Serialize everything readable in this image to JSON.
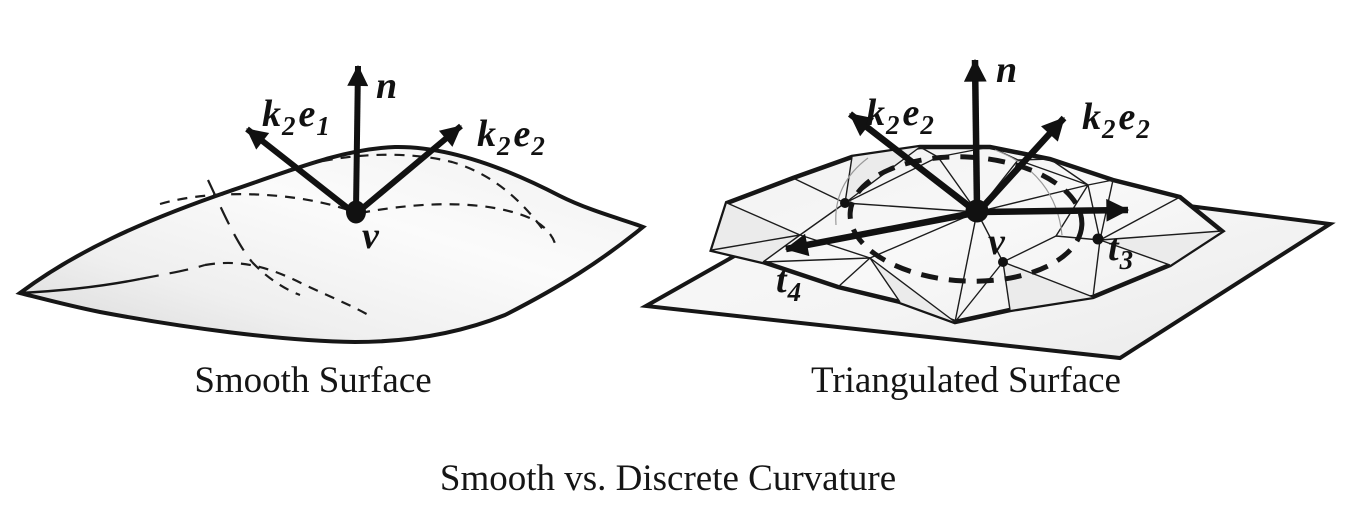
{
  "figure": {
    "caption": "Smooth vs. Discrete Curvature",
    "colors": {
      "ink": "#161616",
      "surface_shade": "#dcdcdc",
      "surface_light": "#fbfbfb"
    },
    "left": {
      "caption": "Smooth Surface",
      "normal_label": "n",
      "vertex_label": "v",
      "dir1": {
        "base1": "k",
        "sub1": "2",
        "base2": "e",
        "sub2": "1"
      },
      "dir2": {
        "base1": "k",
        "sub1": "2",
        "base2": "e",
        "sub2": "2"
      }
    },
    "right": {
      "caption": "Triangulated Surface",
      "normal_label": "n",
      "vertex_label": "v",
      "dir1": {
        "base1": "k",
        "sub1": "2",
        "base2": "e",
        "sub2": "2"
      },
      "dir2": {
        "base1": "k",
        "sub1": "2",
        "base2": "e",
        "sub2": "2"
      },
      "t3": {
        "base": "t",
        "sub": "3"
      },
      "t4": {
        "base": "t",
        "sub": "4"
      }
    }
  }
}
